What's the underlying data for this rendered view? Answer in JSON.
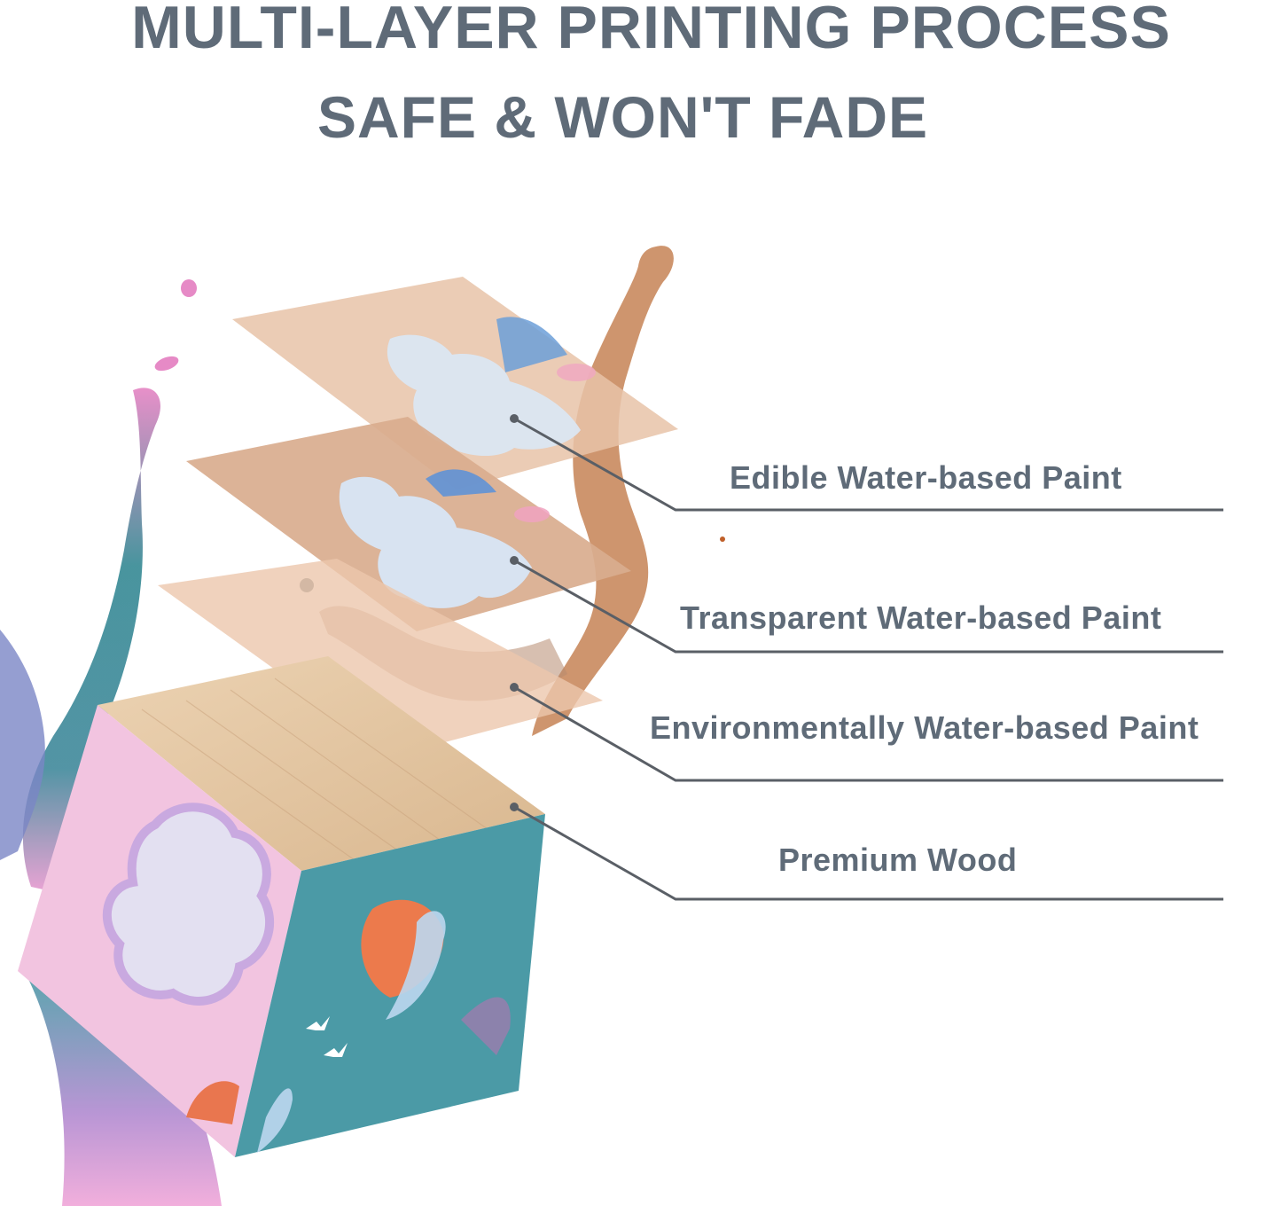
{
  "heading": {
    "line1": "MULTI-LAYER PRINTING PROCESS",
    "line2": "SAFE & WON'T FADE"
  },
  "layers": [
    {
      "label": "Edible Water-based Paint"
    },
    {
      "label": "Transparent Water-based Paint"
    },
    {
      "label": "Environmentally Water-based Paint"
    },
    {
      "label": "Premium Wood"
    }
  ],
  "colors": {
    "text": "#5f6b78",
    "leader_line": "#5a5f66",
    "layer_fill": "#d9b39a",
    "wood": "#e6c9a6",
    "cube_pink": "#f2c4e0",
    "cube_teal": "#4b9aa6",
    "splash_brown": "#c98a5e",
    "splash_pink": "#e68ac6",
    "splash_teal": "#3f8f99"
  }
}
